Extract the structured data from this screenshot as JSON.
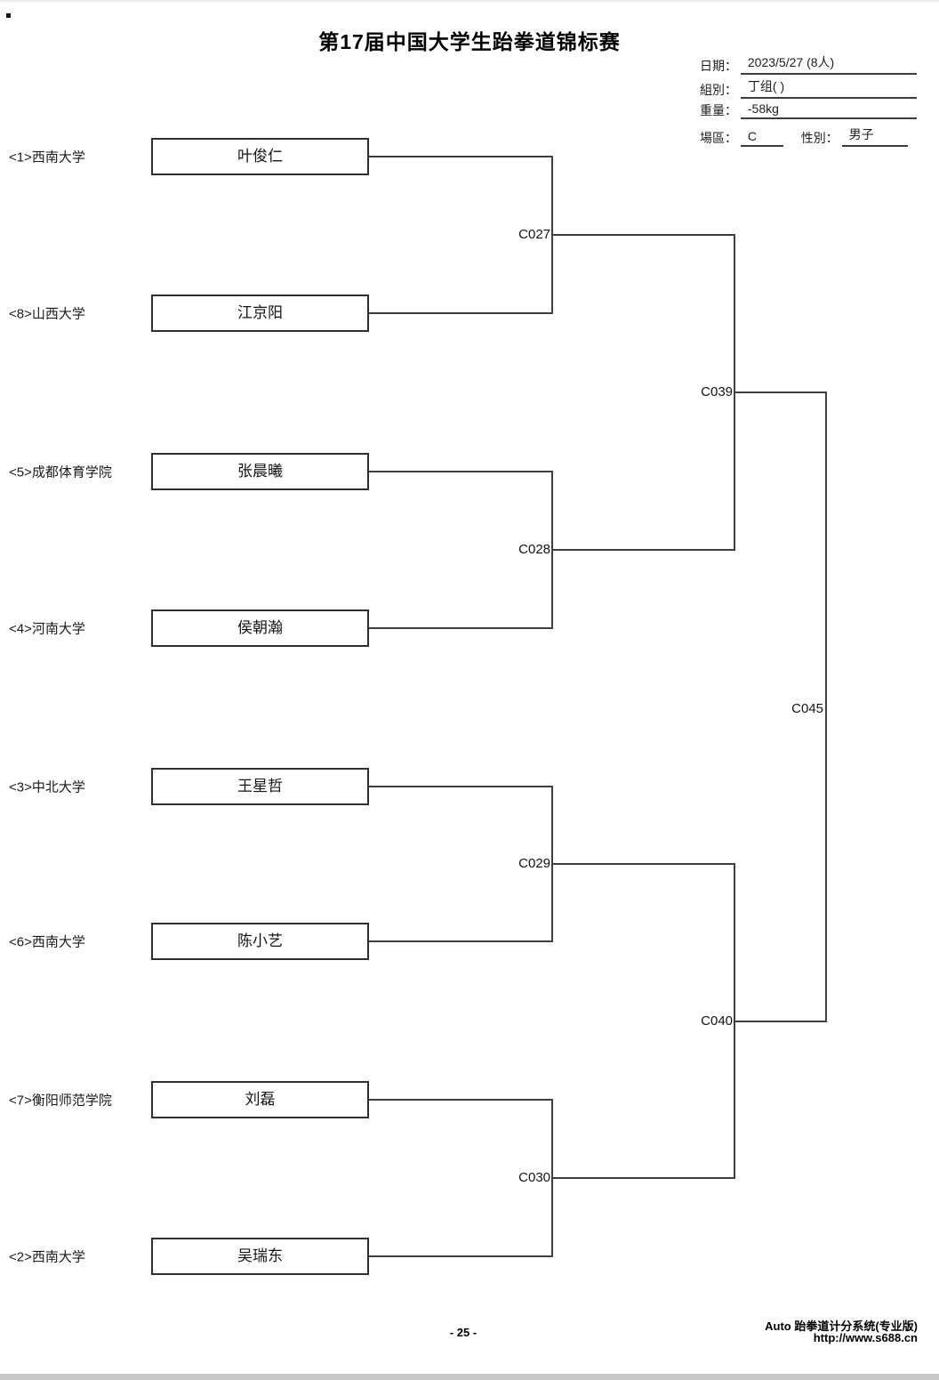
{
  "title": "第17届中国大学生跆拳道锦标赛",
  "header": {
    "date_label": "日期：",
    "date_value": "2023/5/27  (8人)",
    "group_label": "組別：",
    "group_value": "丁组( )",
    "weight_label": "重量：",
    "weight_value": "-58kg",
    "area_label": "場區：",
    "area_value": "C",
    "gender_label": "性別：",
    "gender_value": "男子"
  },
  "bracket": {
    "players": [
      {
        "seed": "<1>西南大学",
        "name": "叶俊仁"
      },
      {
        "seed": "<8>山西大学",
        "name": "江京阳"
      },
      {
        "seed": "<5>成都体育学院",
        "name": "张晨曦"
      },
      {
        "seed": "<4>河南大学",
        "name": "侯朝瀚"
      },
      {
        "seed": "<3>中北大学",
        "name": "王星哲"
      },
      {
        "seed": "<6>西南大学",
        "name": "陈小艺"
      },
      {
        "seed": "<7>衡阳师范学院",
        "name": "刘磊"
      },
      {
        "seed": "<2>西南大学",
        "name": "吴瑞东"
      }
    ],
    "round1_matches": [
      "C027",
      "C028",
      "C029",
      "C030"
    ],
    "semifinal_matches": [
      "C039",
      "C040"
    ],
    "final_match": "C045"
  },
  "footer": {
    "page_number": "- 25 -",
    "brand_line1": "Auto 跆拳道计分系统(专业版)",
    "brand_line2": "http://www.s688.cn"
  },
  "colors": {
    "line": "#3f3f3f",
    "box_border": "#2e2e2e",
    "bottom_bar": "#c8c8c8"
  }
}
